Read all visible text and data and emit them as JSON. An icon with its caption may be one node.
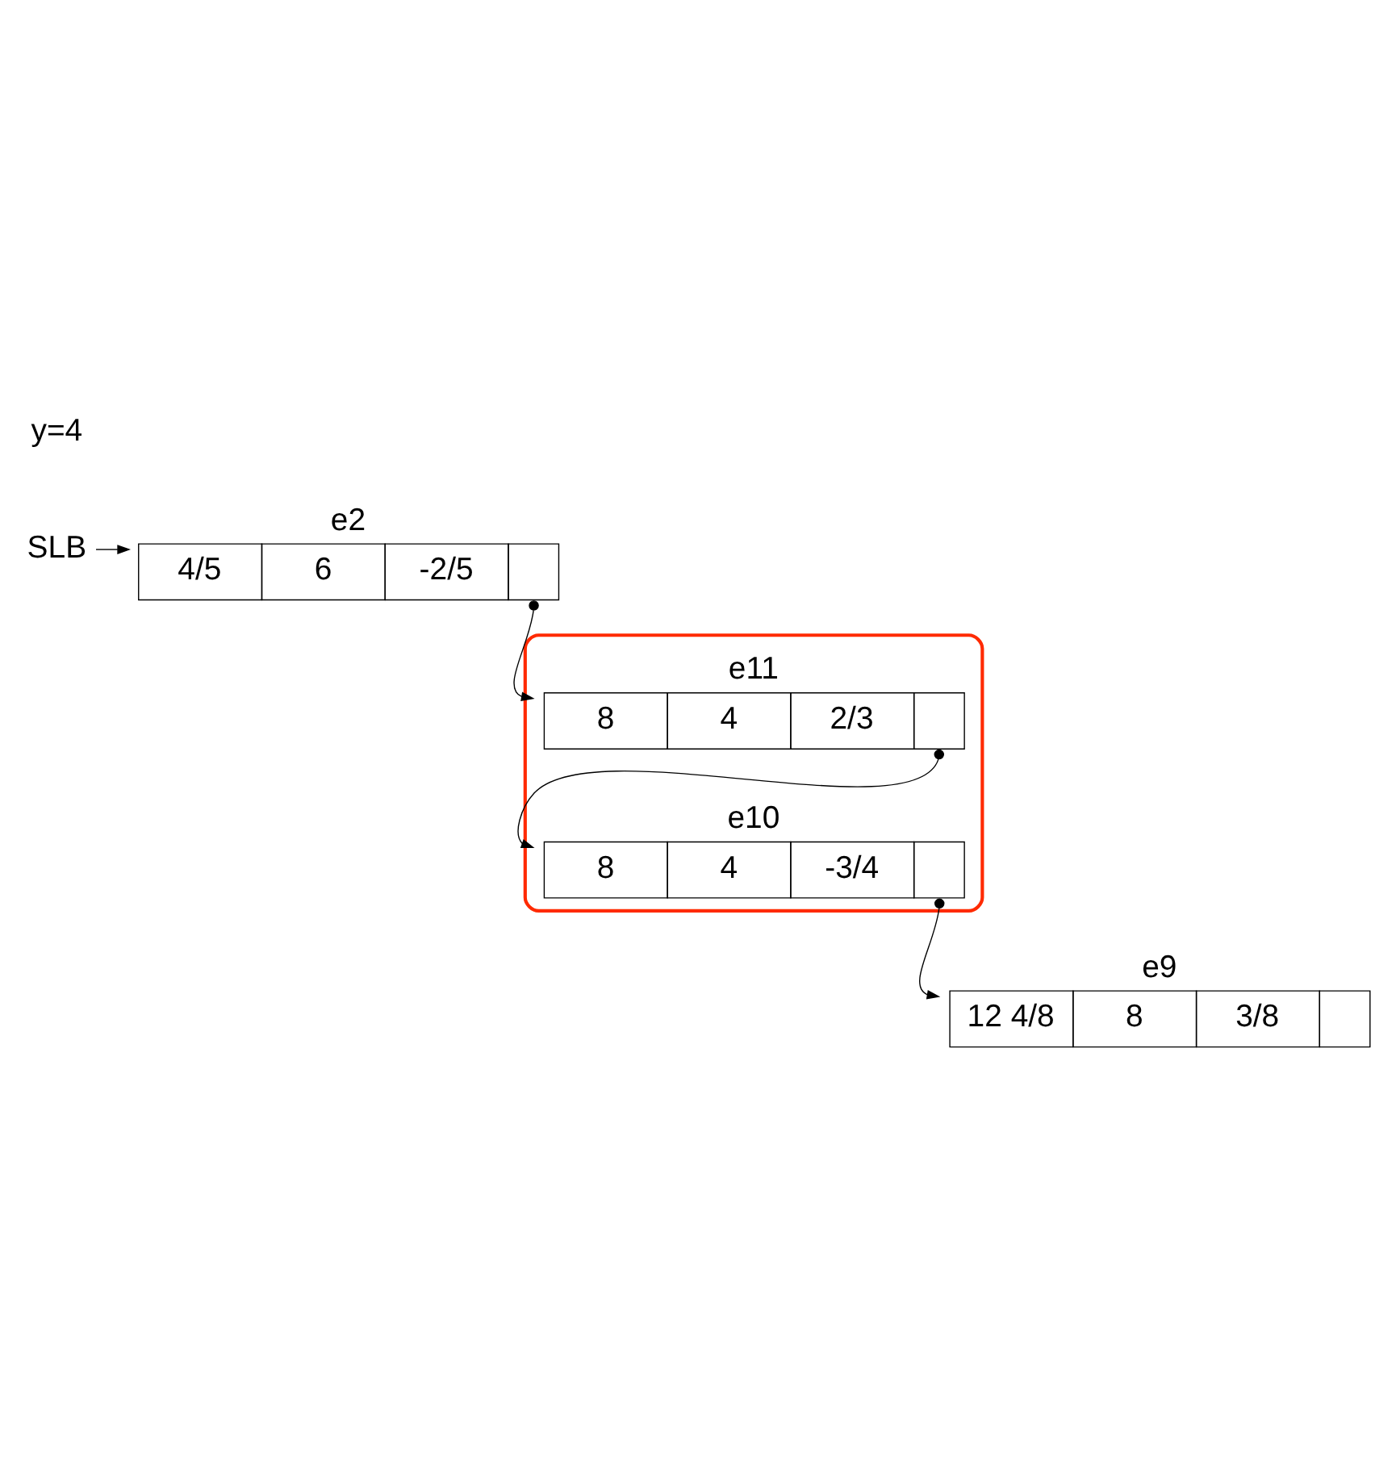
{
  "diagram": {
    "nodes": [
      {
        "text": [
          "SLB"
        ]
      },
      {
        "text": [
          "e2",
          "4/5",
          "6",
          "-2/5"
        ]
      },
      {
        "text": [],
        "shape": "ellipse"
      },
      {
        "text": [
          "e11",
          "8",
          "4",
          "2/3"
        ],
        "in": 2
      },
      {
        "text": [
          "e10",
          "8",
          "4",
          "-3/4"
        ],
        "in": 2
      },
      {
        "text": [
          "e9",
          "12 4/8",
          "8",
          "3/8"
        ]
      }
    ],
    "edges": [
      {
        "from": 0,
        "to": 1,
        "arrow": "to"
      },
      {
        "from": 1,
        "to": 3,
        "arrow": "to"
      },
      {
        "from": 3,
        "to": 4,
        "arrow": "to"
      },
      {
        "from": 4,
        "to": 5,
        "arrow": "to"
      }
    ],
    "labels": [
      "y=4"
    ]
  }
}
